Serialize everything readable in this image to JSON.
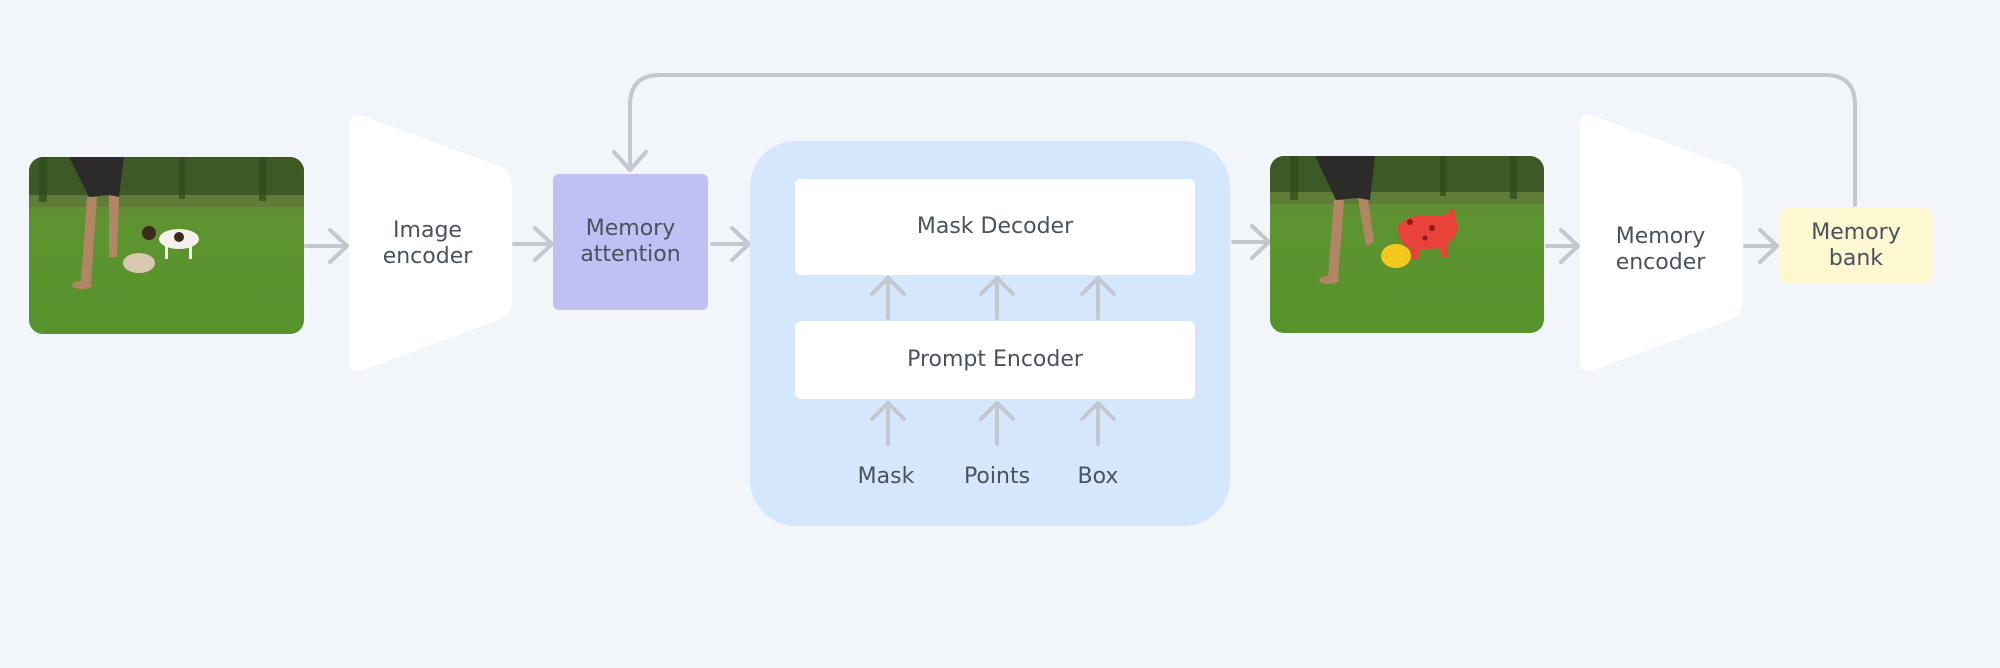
{
  "nodes": {
    "image_encoder": "Image\nencoder",
    "memory_attention": "Memory\nattention",
    "mask_decoder": "Mask Decoder",
    "prompt_encoder": "Prompt Encoder",
    "memory_encoder": "Memory\nencoder",
    "memory_bank": "Memory\nbank"
  },
  "prompt_inputs": [
    "Mask",
    "Points",
    "Box"
  ],
  "colors": {
    "background": "#f2f5f9",
    "arrow": "#c3c7ce",
    "memory_attention": "#c0c0f5",
    "memory_bank": "#fdf8cf",
    "sam_panel": "#d5e7fc",
    "encoder_shape": "#ffffff",
    "mask_red": "#e8423a",
    "mask_yellow": "#f2c81f"
  },
  "images": {
    "input_frame": "photo-of-person-and-dog-on-grass",
    "output_frame": "photo-with-segmentation-masks"
  }
}
